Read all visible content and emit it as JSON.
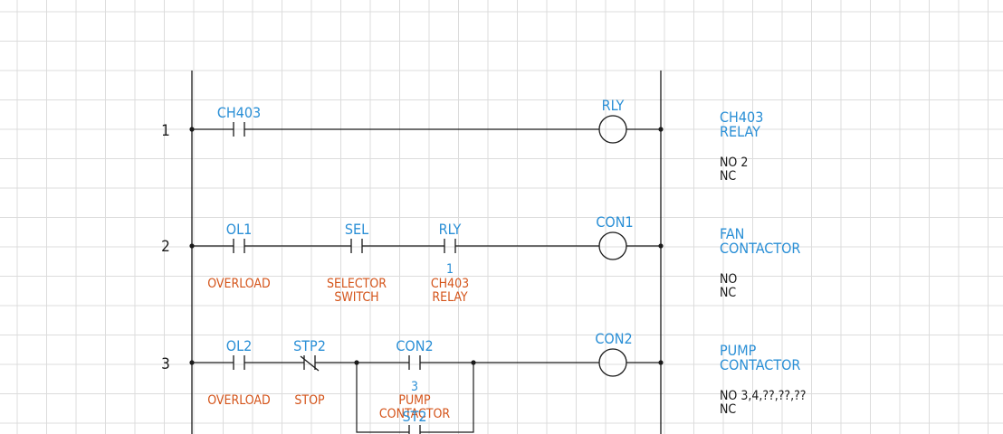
{
  "colors": {
    "grid": "#dcdcdc",
    "wire": "#1a1a1a",
    "tag": "#2a8fd6",
    "desc": "#d4541a",
    "text": "#1a1a1a"
  },
  "rungs": [
    {
      "number": "1",
      "contacts": [
        {
          "tag": "CH403",
          "desc": []
        }
      ],
      "coil": {
        "tag": "RLY",
        "desc": [
          "CH403",
          "RELAY"
        ],
        "no": "NO 2",
        "nc": "NC"
      }
    },
    {
      "number": "2",
      "contacts": [
        {
          "tag": "OL1",
          "desc": [
            "OVERLOAD"
          ]
        },
        {
          "tag": "SEL",
          "desc": [
            "SELECTOR",
            "SWITCH"
          ]
        },
        {
          "tag": "RLY",
          "ref": "1",
          "desc": [
            "CH403",
            "RELAY"
          ]
        }
      ],
      "coil": {
        "tag": "CON1",
        "desc": [
          "FAN",
          "CONTACTOR"
        ],
        "no": "NO",
        "nc": "NC"
      }
    },
    {
      "number": "3",
      "contacts": [
        {
          "tag": "OL2",
          "desc": [
            "OVERLOAD"
          ]
        },
        {
          "tag": "STP2",
          "desc": [
            "STOP"
          ]
        },
        {
          "tag": "CON2",
          "ref": "3",
          "desc": [
            "PUMP",
            "CONTACTOR"
          ]
        },
        {
          "tag": "ST2"
        }
      ],
      "coil": {
        "tag": "CON2",
        "desc": [
          "PUMP",
          "CONTACTOR"
        ],
        "no": "NO 3,4,??,??,??",
        "nc": "NC"
      }
    }
  ]
}
